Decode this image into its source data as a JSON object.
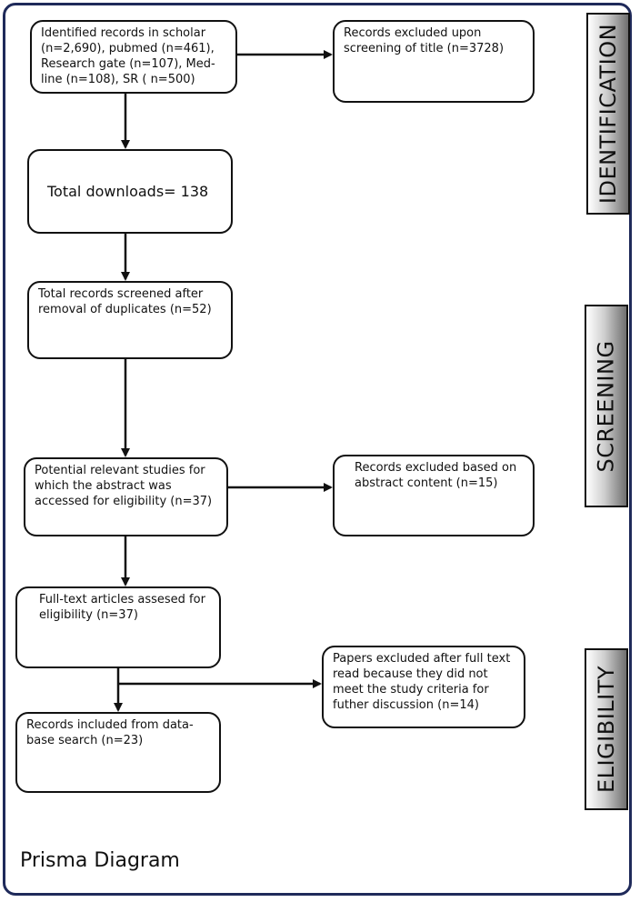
{
  "caption": "Prisma Diagram",
  "stages": {
    "identification": "IDENTIFICATION",
    "screening": "SCREENING",
    "eligibility": "ELIGIBILITY"
  },
  "boxes": {
    "identified": "Identified records in scholar (n=2,690), pubmed (n=461), Research gate (n=107), Med-line (n=108), SR ( n=500)",
    "excluded_title": "Records excluded upon screening of title (n=3728)",
    "total_downloads": "Total downloads= 138",
    "screened": "Total records screened after removal of duplicates (n=52)",
    "abstract_accessed": "Potential relevant studies for which the abstract was accessed for eligibility (n=37)",
    "excluded_abstract": "Records excluded based on abstract content (n=15)",
    "fulltext": "Full-text articles assesed for eligibility (n=37)",
    "excluded_fulltext": "Papers excluded after full text read because they did not meet the study criteria for futher discussion (n=14)",
    "included": "Records included from data-base search (n=23)"
  }
}
